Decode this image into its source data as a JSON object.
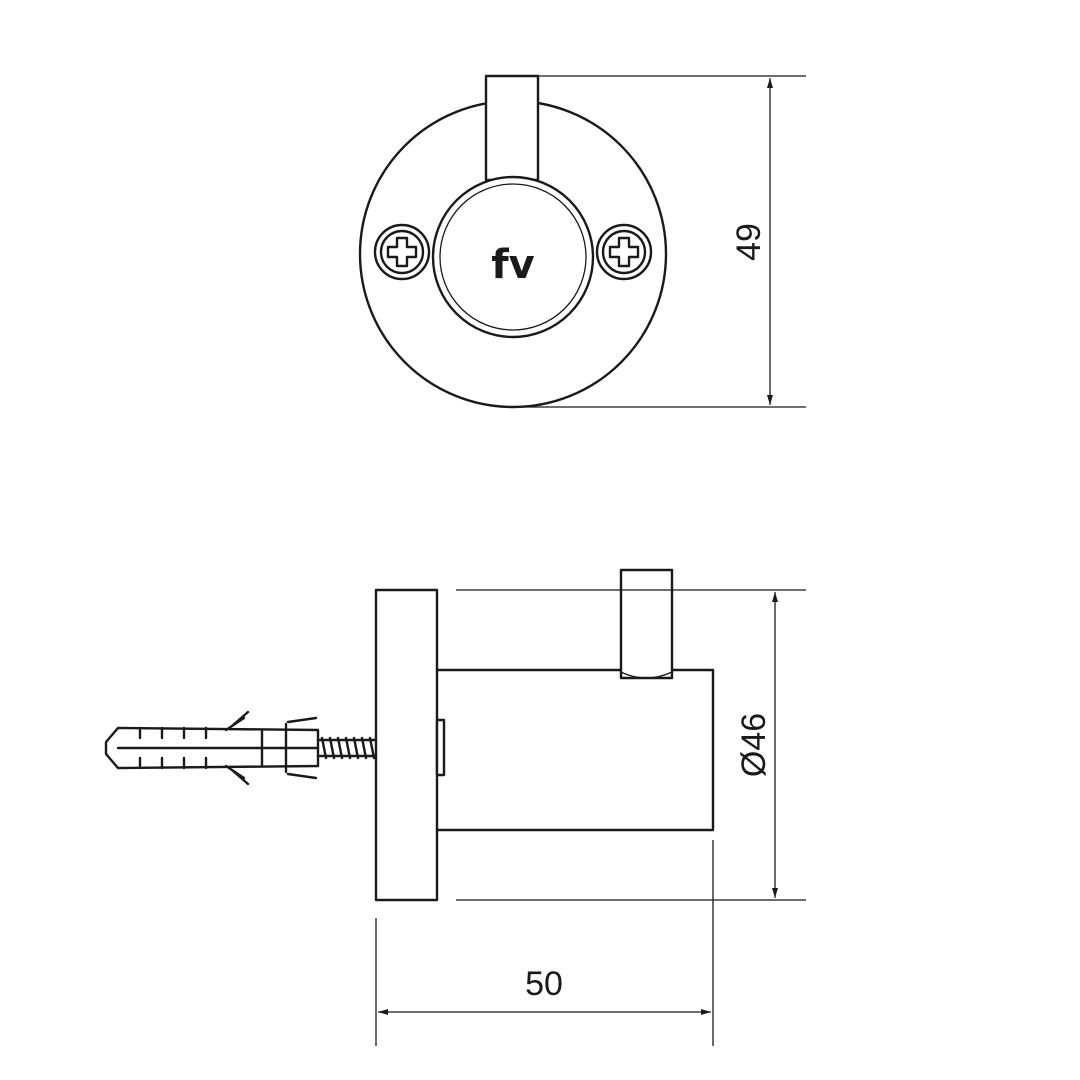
{
  "dimensions": {
    "height": "49",
    "diameter": "Ø46",
    "depth": "50"
  },
  "logo": {
    "text": "fv"
  },
  "colors": {
    "line": "#1a1a1a",
    "background": "#ffffff"
  },
  "icons": {
    "screw_head": "phillips-screw-icon",
    "wall_plug": "wall-plug-icon"
  }
}
